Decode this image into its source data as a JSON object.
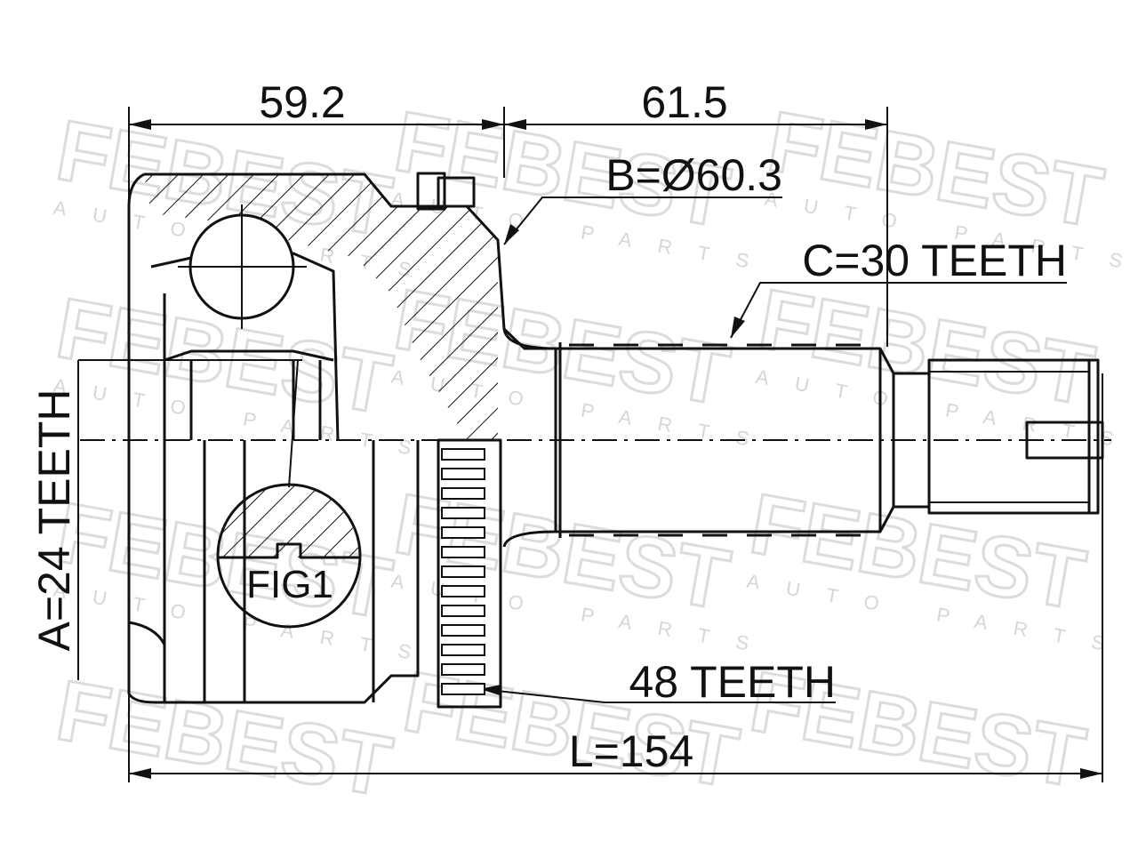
{
  "watermark": {
    "brand": "FEBEST",
    "tagline": "AUTO PARTS"
  },
  "dimensions": {
    "length_59": "59.2",
    "length_61": "61.5",
    "bore": "B=Ø60.3",
    "spline_c": "C=30 TEETH",
    "spline_a": "A=24 TEETH",
    "abs_ring": "48 TEETH",
    "total_length": "L=154",
    "figure_label": "FIG1"
  },
  "colors": {
    "line": "#111111",
    "watermark": "#dcdcdc",
    "background": "#ffffff"
  }
}
